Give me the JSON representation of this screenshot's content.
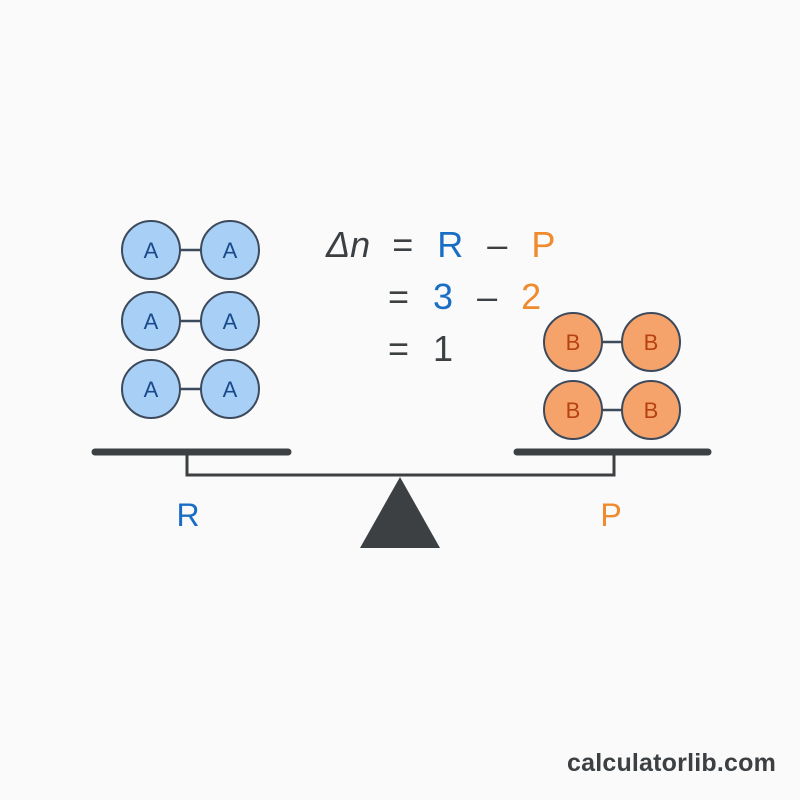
{
  "colors": {
    "reactant_fill": "#a8d0f7",
    "reactant_stroke": "#3d4a5c",
    "reactant_text": "#1a4a8c",
    "product_fill": "#f5a36b",
    "product_stroke": "#3d4a5c",
    "product_text": "#b54210",
    "blue": "#1a6dc4",
    "orange": "#ef8a2e",
    "dark": "#3c4043",
    "background": "#fafafa"
  },
  "reactants": {
    "atom_label": "A",
    "molecules": [
      {
        "atoms": [
          "A",
          "A"
        ]
      },
      {
        "atoms": [
          "A",
          "A"
        ]
      },
      {
        "atoms": [
          "A",
          "A"
        ]
      }
    ]
  },
  "products": {
    "atom_label": "B",
    "molecules": [
      {
        "atoms": [
          "B",
          "B"
        ]
      },
      {
        "atoms": [
          "B",
          "B"
        ]
      }
    ]
  },
  "equation": {
    "line1": {
      "lhs": "Δn",
      "eq": "=",
      "a": "R",
      "op": "–",
      "b": "P"
    },
    "line2": {
      "eq": "=",
      "a": "3",
      "op": "–",
      "b": "2"
    },
    "line3": {
      "eq": "=",
      "result": "1"
    }
  },
  "labels": {
    "left_pan": "R",
    "right_pan": "P"
  },
  "watermark": "calculatorlib.com"
}
